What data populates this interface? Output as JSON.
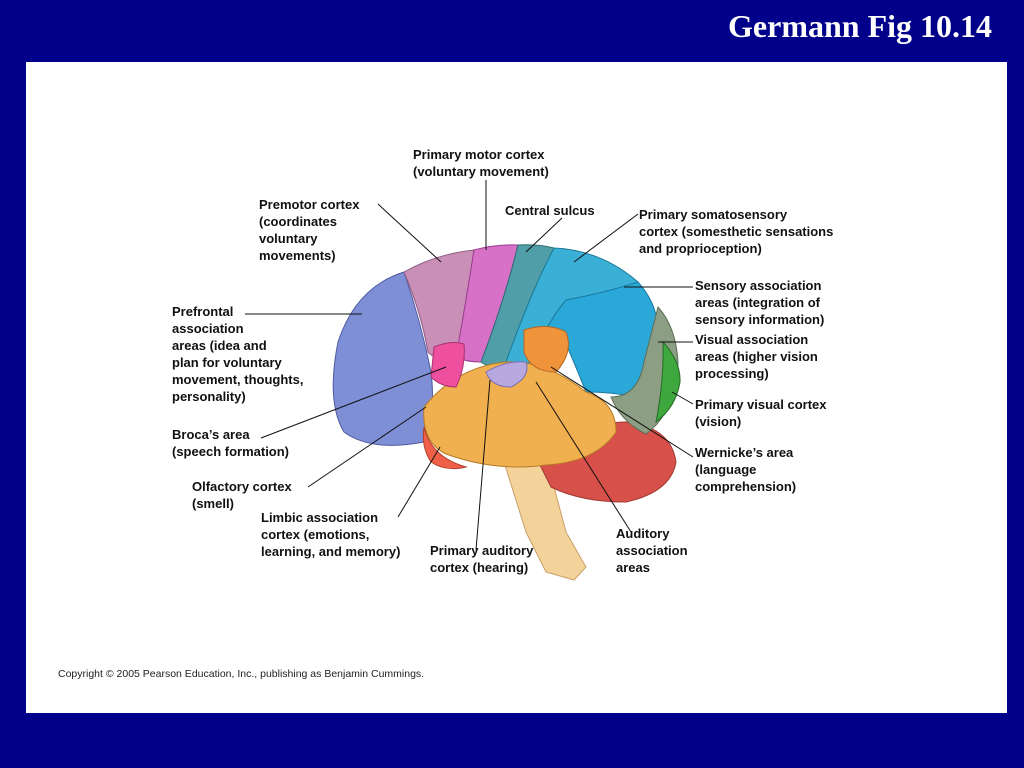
{
  "slide": {
    "title": "Germann Fig 10.14"
  },
  "figure": {
    "labels": {
      "primary_motor": "Primary motor cortex\n(voluntary movement)",
      "premotor": "Premotor cortex\n(coordinates\nvoluntary\nmovements)",
      "central_sulcus": "Central sulcus",
      "somatosensory": "Primary somatosensory\ncortex (somesthetic sensations\nand proprioception)",
      "sensory_association": "Sensory association\nareas (integration of\nsensory information)",
      "prefrontal": "Prefrontal\nassociation\nareas (idea and\nplan for voluntary\nmovement, thoughts,\npersonality)",
      "visual_association": "Visual association\nareas (higher vision\nprocessing)",
      "primary_visual": "Primary visual cortex\n(vision)",
      "broca": "Broca’s area\n(speech formation)",
      "wernicke": "Wernicke’s area\n(language\ncomprehension)",
      "olfactory": "Olfactory cortex\n(smell)",
      "limbic": "Limbic association\ncortex (emotions,\nlearning, and memory)",
      "primary_auditory": "Primary auditory\ncortex (hearing)",
      "auditory_association": "Auditory\nassociation\nareas"
    },
    "colors": {
      "prefrontal": "#7f8fd6",
      "premotor": "#c98fb6",
      "primary_motor": "#d771c8",
      "broca": "#ee4f9f",
      "central_sulcus_strip": "#4f9ea8",
      "somatosensory": "#3bb0d6",
      "sensory_association": "#2aa9d8",
      "visual_association": "#8c9f84",
      "primary_visual": "#3ea83e",
      "wernicke": "#f0943c",
      "temporal": "#f0b050",
      "auditory_primary": "#b7a8e0",
      "limbic": "#f06048",
      "cerebellum": "#d8504a",
      "brainstem": "#f3d39a"
    },
    "copyright": "Copyright © 2005 Pearson Education, Inc., publishing as Benjamin Cummings."
  }
}
